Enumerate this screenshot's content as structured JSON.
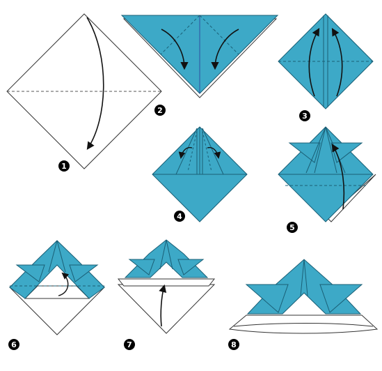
{
  "colors": {
    "paper": "#3da9c7",
    "fold_line": "#1a5f76",
    "outline": "#222222",
    "white_side": "#ffffff",
    "arrow": "#111111"
  },
  "steps": [
    {
      "label": "1"
    },
    {
      "label": "2"
    },
    {
      "label": "3"
    },
    {
      "label": "4"
    },
    {
      "label": "5"
    },
    {
      "label": "6"
    },
    {
      "label": "7"
    },
    {
      "label": "8"
    }
  ]
}
